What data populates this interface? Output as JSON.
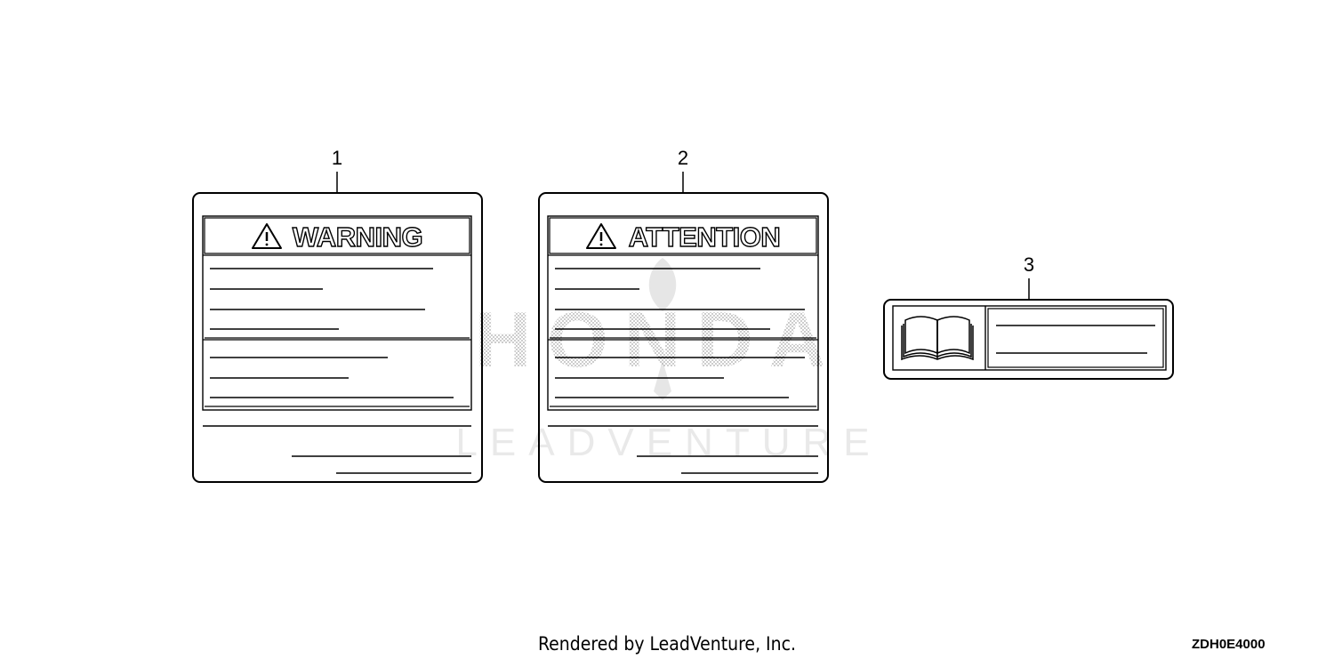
{
  "watermark": {
    "brand": "HONDA",
    "sub": "LEADVENTURE"
  },
  "parts": [
    {
      "callout": "1",
      "title": "WARNING"
    },
    {
      "callout": "2",
      "title": "ATTENTION"
    },
    {
      "callout": "3",
      "title": ""
    }
  ],
  "footer": {
    "rendered_by": "Rendered by LeadVenture, Inc.",
    "diagram_code": "ZDH0E4000"
  }
}
